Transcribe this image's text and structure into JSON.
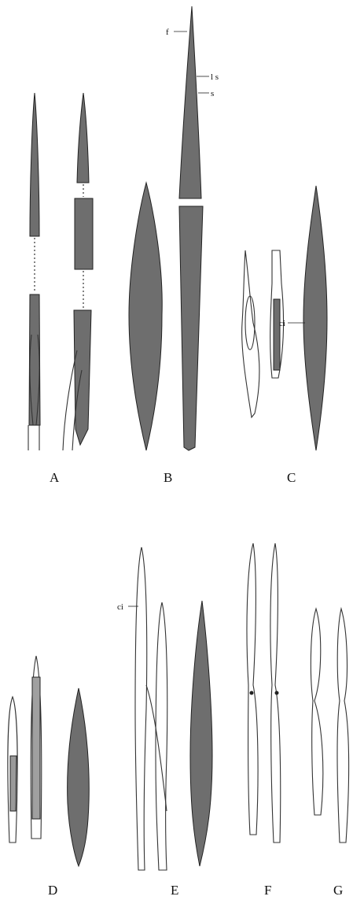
{
  "figure": {
    "panel_labels": [
      "A",
      "B",
      "C",
      "D",
      "E",
      "F",
      "G"
    ],
    "annotations": {
      "f": "f",
      "ls": "l s",
      "s": "s",
      "ci_c": "ci",
      "ci_e": "ci"
    },
    "colors": {
      "ink": "#222222",
      "cell_fill": "#6e6e6e",
      "background": "#ffffff"
    }
  }
}
